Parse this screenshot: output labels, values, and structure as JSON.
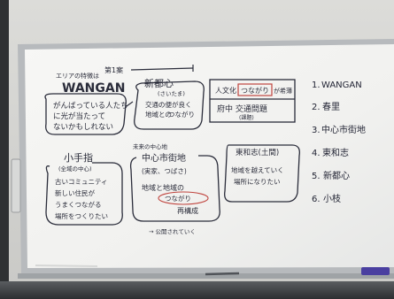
{
  "photo": {
    "subject": "whiteboard with handwritten brainstorming notes",
    "colors": {
      "wall": "#e2e2e0",
      "board": "#f4f4f2",
      "frame": "#b9bcbf",
      "marker_black": "#2a2c3a",
      "marker_red": "#c0453f",
      "eraser_blue": "#4a3fa0"
    }
  },
  "notes": {
    "wangan": {
      "caption": "エリアの特徴は",
      "title": "WANGAN",
      "body": [
        "がんばっている人たち",
        "に光が当たって",
        "ないかもしれない"
      ]
    },
    "dai1": {
      "text": "第1案"
    },
    "shinto": {
      "title": "新都心",
      "sub": "(さいたま)",
      "body": [
        "交通の便が良く",
        "地域との",
        "つながり"
      ]
    },
    "jinbun": {
      "line1_pre": "人文化",
      "line1_boxed": "つながり",
      "line1_post": "が希薄",
      "line2": "府中 交通問題",
      "line2_sub": "(課題)"
    },
    "kobuchi": {
      "title": "小手指",
      "sub": "(全域の中心)",
      "body": [
        "古いコミュニティ",
        "新しい住民が",
        "うまくつながる",
        "場所をつくりたい"
      ]
    },
    "naka": {
      "caption": "未来の中心地",
      "title": "中心市街地",
      "sub": "(実家、つばさ)",
      "body": [
        "地域と地域の",
        "つながり",
        "再構成"
      ],
      "footer": "→ 公開されていく"
    },
    "higashi": {
      "title": "東和志(土間)",
      "body": [
        "地域を越えていく",
        "場所になりたい"
      ]
    }
  },
  "list": [
    {
      "num": "1.",
      "label": "WANGAN"
    },
    {
      "num": "2.",
      "label": "春里"
    },
    {
      "num": "3.",
      "label": "中心市街地"
    },
    {
      "num": "4.",
      "label": "東和志"
    },
    {
      "num": "5.",
      "label": "新都心"
    },
    {
      "num": "6.",
      "label": "小枝"
    }
  ]
}
